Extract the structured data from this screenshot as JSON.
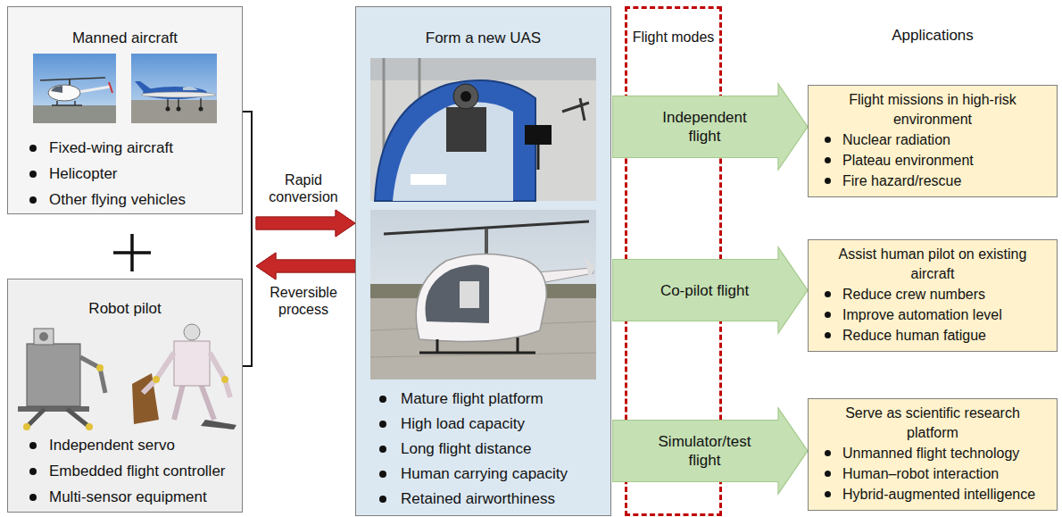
{
  "diagram": {
    "nodes": [
      {
        "text": [
          "Manned aircraft",
          "Fixed-wing aircraft",
          "Helicopter",
          "Other flying vehicles"
        ]
      },
      {
        "text": [
          "Robot pilot",
          "Independent servo",
          "Embedded flight controller",
          "Multi-sensor equipment"
        ]
      },
      {
        "text": [
          "Form a new UAS",
          "Mature flight platform",
          "High load capacity",
          "Long flight distance",
          "Human carrying capacity",
          "Retained airworthiness"
        ]
      },
      {
        "text": [
          "Flight modes"
        ]
      },
      {
        "text": [
          "Independent flight"
        ],
        "in": 3
      },
      {
        "text": [
          "Co-pilot flight"
        ],
        "in": 3
      },
      {
        "text": [
          "Simulator/test flight"
        ],
        "in": 3
      },
      {
        "text": [
          "Flight missions in high-risk environment",
          "Nuclear radiation",
          "Plateau environment",
          "Fire hazard/rescue"
        ]
      },
      {
        "text": [
          "Assist human pilot on existing aircraft",
          "Reduce crew numbers",
          "Improve automation level",
          "Reduce human fatigue"
        ]
      },
      {
        "text": [
          "Serve as scientific research platform",
          "Unmanned flight technology",
          "Human–robot interaction",
          "Hybrid-augmented intelligence"
        ]
      }
    ],
    "edges": [
      {
        "from": 0,
        "to": 2,
        "arrow": "to",
        "label": "Rapid conversion"
      },
      {
        "from": 1,
        "to": 2,
        "arrow": "to"
      },
      {
        "from": 2,
        "to": 0,
        "arrow": "to",
        "label": "Reversible process"
      },
      {
        "from": 2,
        "to": 1,
        "arrow": "to"
      },
      {
        "from": 4,
        "to": 7,
        "arrow": "to"
      },
      {
        "from": 5,
        "to": 8,
        "arrow": "to"
      },
      {
        "from": 6,
        "to": 9,
        "arrow": "to"
      }
    ],
    "labels": [
      "Applications"
    ]
  }
}
